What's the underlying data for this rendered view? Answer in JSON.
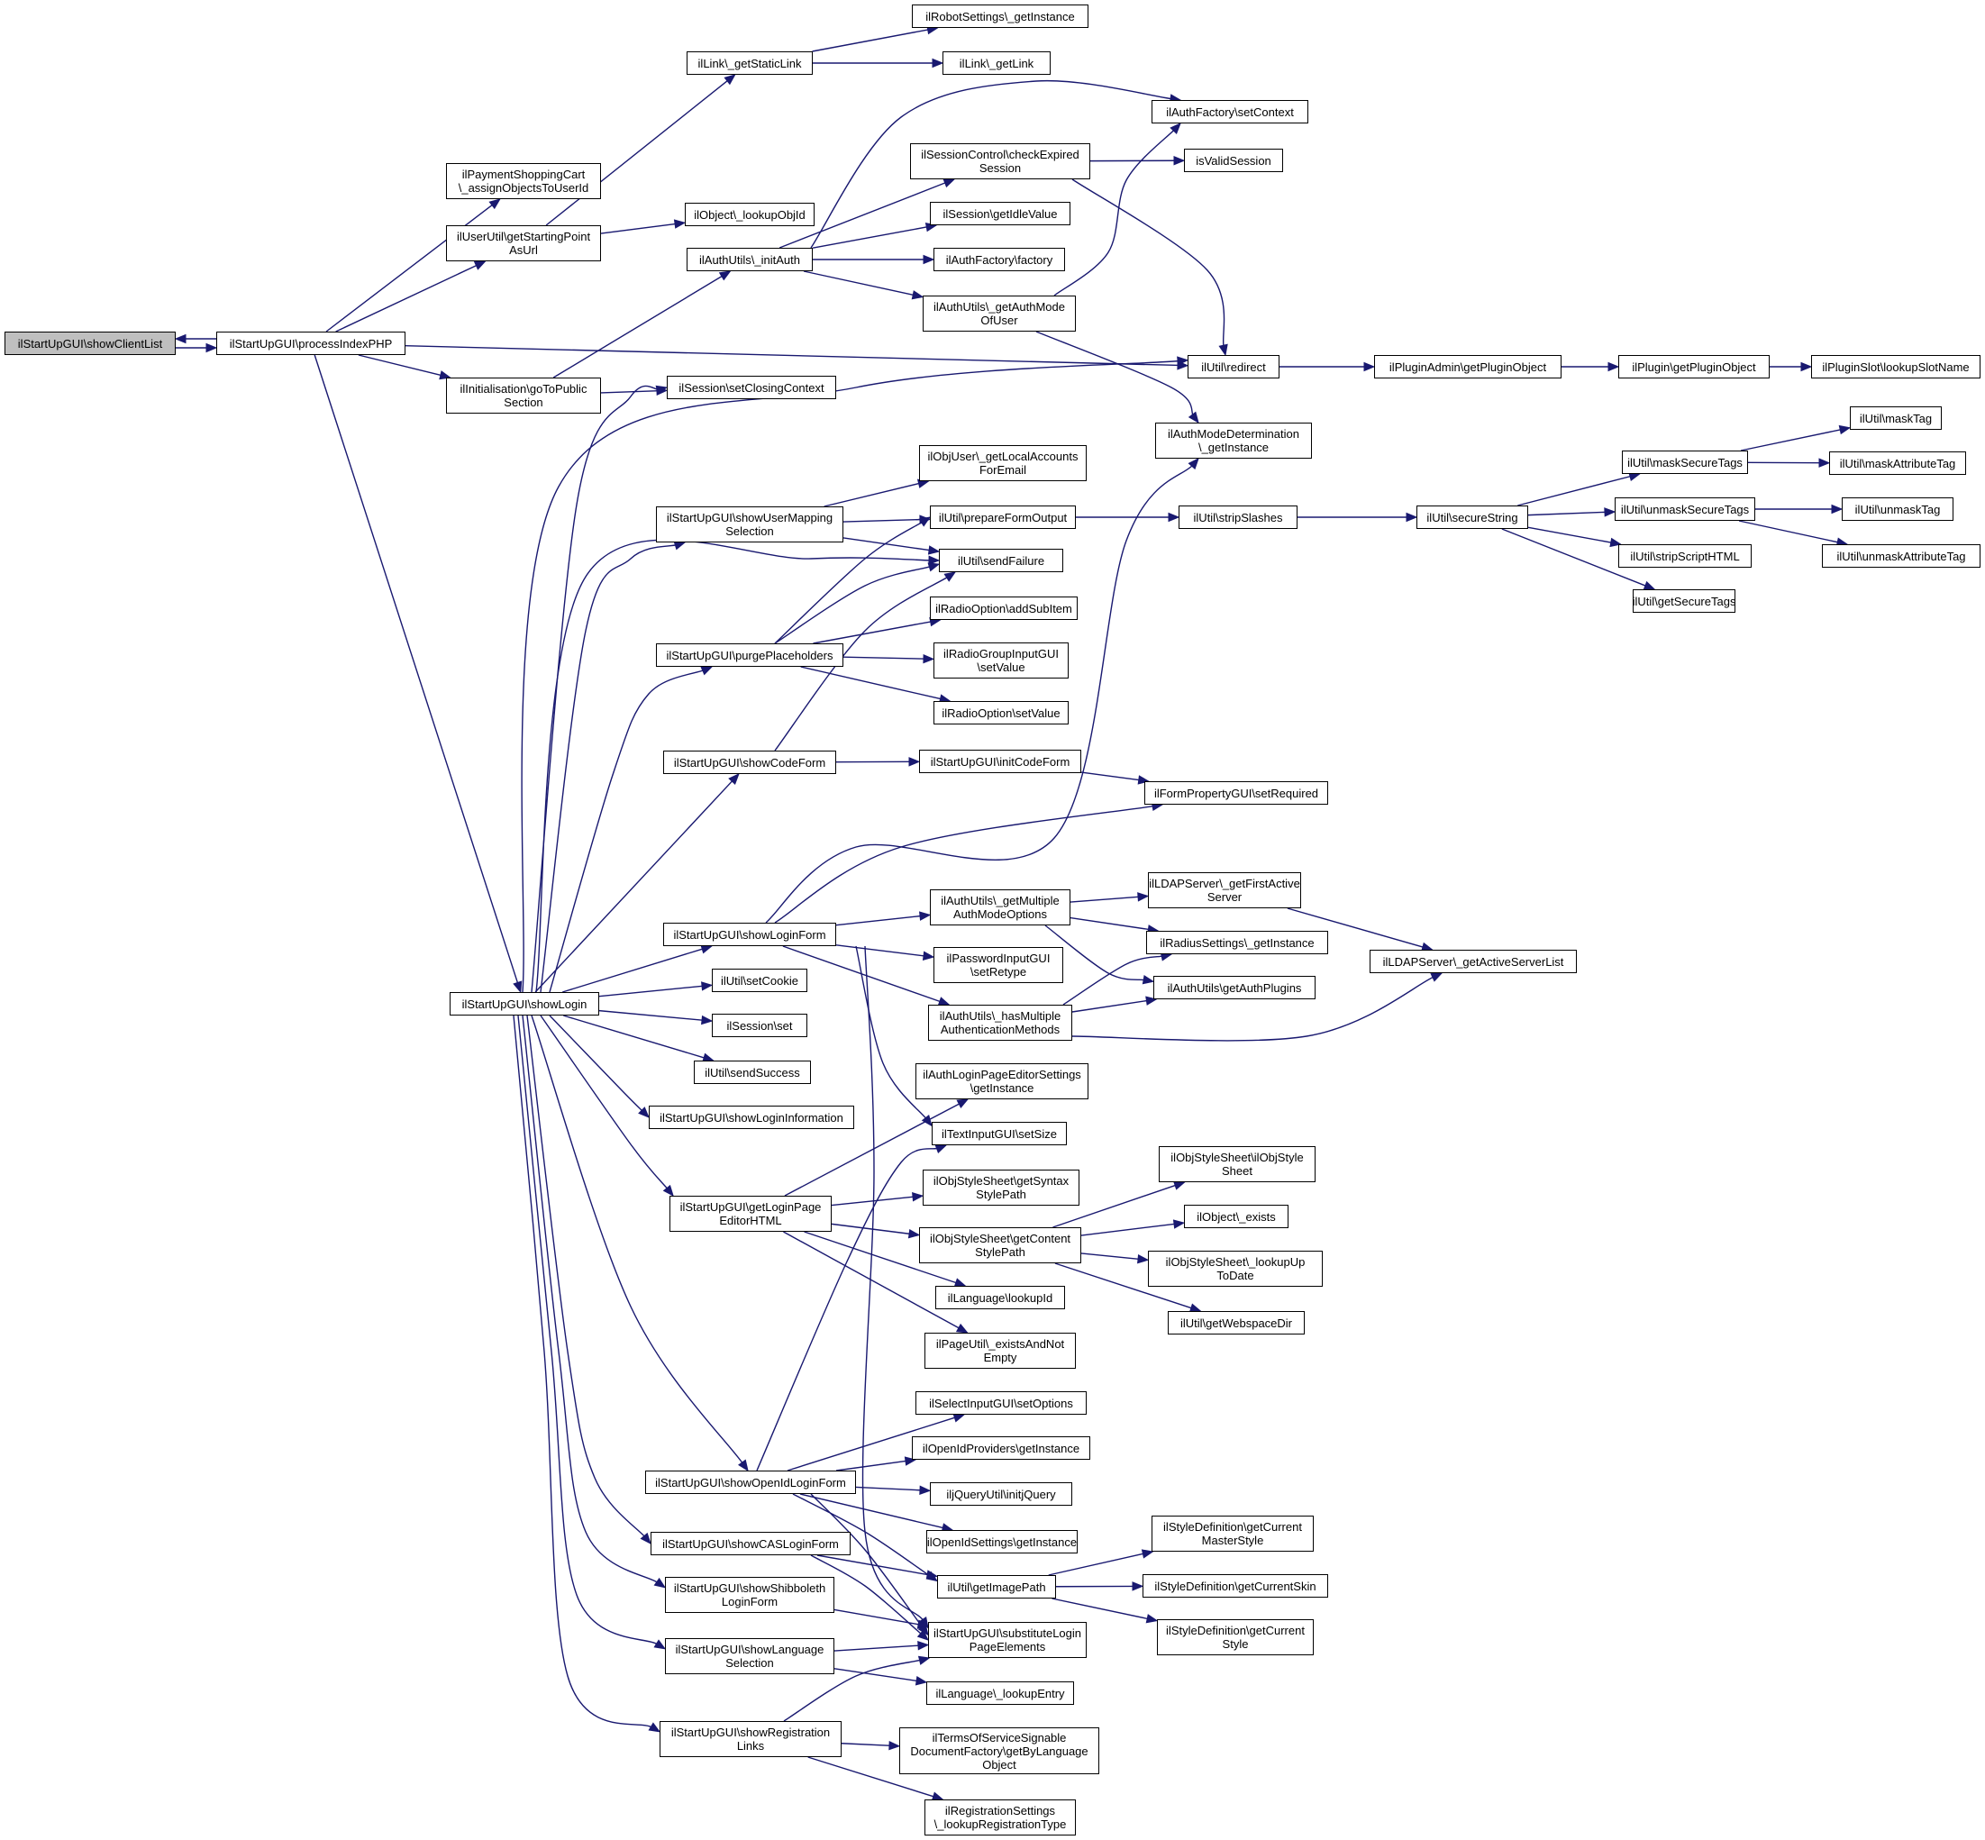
{
  "graph": {
    "edge_color": "#191970",
    "current_fill": "#bfbfbf",
    "nodes": [
      {
        "id": "n0",
        "label": "ilStartUpGUI\\showClientList",
        "current": true
      },
      {
        "id": "n1",
        "label": "ilStartUpGUI\\processIndexPHP"
      },
      {
        "id": "n2",
        "label": "ilPaymentShoppingCart\n\\_assignObjectsToUserId"
      },
      {
        "id": "n3",
        "label": "ilUserUtil\\getStartingPoint\nAsUrl"
      },
      {
        "id": "n4",
        "label": "ilInitialisation\\goToPublic\nSection"
      },
      {
        "id": "n5",
        "label": "ilStartUpGUI\\showLogin"
      },
      {
        "id": "n6",
        "label": "ilUtil\\redirect"
      },
      {
        "id": "n7",
        "label": "ilLink\\_getStaticLink"
      },
      {
        "id": "n8",
        "label": "ilObject\\_lookupObjId"
      },
      {
        "id": "n9",
        "label": "ilAuthUtils\\_initAuth"
      },
      {
        "id": "n10",
        "label": "ilSession\\setClosingContext"
      },
      {
        "id": "n11",
        "label": "ilRobotSettings\\_getInstance"
      },
      {
        "id": "n12",
        "label": "ilLink\\_getLink"
      },
      {
        "id": "n13",
        "label": "ilAuthFactory\\setContext"
      },
      {
        "id": "n14",
        "label": "ilSessionControl\\checkExpired\nSession"
      },
      {
        "id": "n15",
        "label": "isValidSession"
      },
      {
        "id": "n16",
        "label": "ilSession\\getIdleValue"
      },
      {
        "id": "n17",
        "label": "ilAuthFactory\\factory"
      },
      {
        "id": "n18",
        "label": "ilAuthUtils\\_getAuthMode\nOfUser"
      },
      {
        "id": "n19",
        "label": "ilAuthModeDetermination\n\\_getInstance"
      },
      {
        "id": "n20",
        "label": "ilPluginAdmin\\getPluginObject"
      },
      {
        "id": "n21",
        "label": "ilPlugin\\getPluginObject"
      },
      {
        "id": "n22",
        "label": "ilPluginSlot\\lookupSlotName"
      },
      {
        "id": "n23",
        "label": "ilStartUpGUI\\showUserMapping\nSelection"
      },
      {
        "id": "n24",
        "label": "ilStartUpGUI\\purgePlaceholders"
      },
      {
        "id": "n25",
        "label": "ilStartUpGUI\\showCodeForm"
      },
      {
        "id": "n26",
        "label": "ilStartUpGUI\\showLoginForm"
      },
      {
        "id": "n27",
        "label": "ilUtil\\setCookie"
      },
      {
        "id": "n28",
        "label": "ilSession\\set"
      },
      {
        "id": "n29",
        "label": "ilUtil\\sendSuccess"
      },
      {
        "id": "n30",
        "label": "ilStartUpGUI\\showLoginInformation"
      },
      {
        "id": "n31",
        "label": "ilStartUpGUI\\getLoginPage\nEditorHTML"
      },
      {
        "id": "n32",
        "label": "ilStartUpGUI\\showOpenIdLoginForm"
      },
      {
        "id": "n33",
        "label": "ilStartUpGUI\\showCASLoginForm"
      },
      {
        "id": "n34",
        "label": "ilStartUpGUI\\showShibboleth\nLoginForm"
      },
      {
        "id": "n35",
        "label": "ilStartUpGUI\\showLanguage\nSelection"
      },
      {
        "id": "n36",
        "label": "ilStartUpGUI\\showRegistration\nLinks"
      },
      {
        "id": "n37",
        "label": "ilObjUser\\_getLocalAccounts\nForEmail"
      },
      {
        "id": "n38",
        "label": "ilUtil\\prepareFormOutput"
      },
      {
        "id": "n39",
        "label": "ilUtil\\sendFailure"
      },
      {
        "id": "n40",
        "label": "ilRadioOption\\addSubItem"
      },
      {
        "id": "n41",
        "label": "ilRadioGroupInputGUI\n\\setValue"
      },
      {
        "id": "n42",
        "label": "ilRadioOption\\setValue"
      },
      {
        "id": "n43",
        "label": "ilStartUpGUI\\initCodeForm"
      },
      {
        "id": "n44",
        "label": "ilFormPropertyGUI\\setRequired"
      },
      {
        "id": "n45",
        "label": "ilAuthUtils\\_getMultiple\nAuthModeOptions"
      },
      {
        "id": "n46",
        "label": "ilPasswordInputGUI\n\\setRetype"
      },
      {
        "id": "n47",
        "label": "ilAuthUtils\\_hasMultiple\nAuthenticationMethods"
      },
      {
        "id": "n48",
        "label": "ilAuthLoginPageEditorSettings\n\\getInstance"
      },
      {
        "id": "n49",
        "label": "ilTextInputGUI\\setSize"
      },
      {
        "id": "n50",
        "label": "ilObjStyleSheet\\getSyntax\nStylePath"
      },
      {
        "id": "n51",
        "label": "ilObjStyleSheet\\getContent\nStylePath"
      },
      {
        "id": "n52",
        "label": "ilLanguage\\lookupId"
      },
      {
        "id": "n53",
        "label": "ilPageUtil\\_existsAndNot\nEmpty"
      },
      {
        "id": "n54",
        "label": "ilSelectInputGUI\\setOptions"
      },
      {
        "id": "n55",
        "label": "ilOpenIdProviders\\getInstance"
      },
      {
        "id": "n56",
        "label": "iljQueryUtil\\initjQuery"
      },
      {
        "id": "n57",
        "label": "ilOpenIdSettings\\getInstance"
      },
      {
        "id": "n58",
        "label": "ilUtil\\getImagePath"
      },
      {
        "id": "n59",
        "label": "ilStartUpGUI\\substituteLogin\nPageElements"
      },
      {
        "id": "n60",
        "label": "ilLanguage\\_lookupEntry"
      },
      {
        "id": "n61",
        "label": "ilTermsOfServiceSignable\nDocumentFactory\\getByLanguage\nObject"
      },
      {
        "id": "n62",
        "label": "ilRegistrationSettings\n\\_lookupRegistrationType"
      },
      {
        "id": "n63",
        "label": "ilUtil\\stripSlashes"
      },
      {
        "id": "n64",
        "label": "ilUtil\\secureString"
      },
      {
        "id": "n65",
        "label": "ilUtil\\maskSecureTags"
      },
      {
        "id": "n66",
        "label": "ilUtil\\unmaskSecureTags"
      },
      {
        "id": "n67",
        "label": "ilUtil\\stripScriptHTML"
      },
      {
        "id": "n68",
        "label": "ilUtil\\getSecureTags"
      },
      {
        "id": "n69",
        "label": "ilUtil\\maskTag"
      },
      {
        "id": "n70",
        "label": "ilUtil\\maskAttributeTag"
      },
      {
        "id": "n71",
        "label": "ilUtil\\unmaskTag"
      },
      {
        "id": "n72",
        "label": "ilUtil\\unmaskAttributeTag"
      },
      {
        "id": "n73",
        "label": "ilLDAPServer\\_getFirstActive\nServer"
      },
      {
        "id": "n74",
        "label": "ilRadiusSettings\\_getInstance"
      },
      {
        "id": "n75",
        "label": "ilAuthUtils\\getAuthPlugins"
      },
      {
        "id": "n76",
        "label": "ilLDAPServer\\_getActiveServerList"
      },
      {
        "id": "n77",
        "label": "ilObjStyleSheet\\ilObjStyle\nSheet"
      },
      {
        "id": "n78",
        "label": "ilObject\\_exists"
      },
      {
        "id": "n79",
        "label": "ilObjStyleSheet\\_lookupUp\nToDate"
      },
      {
        "id": "n80",
        "label": "ilUtil\\getWebspaceDir"
      },
      {
        "id": "n81",
        "label": "ilStyleDefinition\\getCurrent\nMasterStyle"
      },
      {
        "id": "n82",
        "label": "ilStyleDefinition\\getCurrentSkin"
      },
      {
        "id": "n83",
        "label": "ilStyleDefinition\\getCurrent\nStyle"
      }
    ],
    "edges": [
      [
        "n0",
        "n1"
      ],
      [
        "n1",
        "n0"
      ],
      [
        "n1",
        "n2"
      ],
      [
        "n1",
        "n3"
      ],
      [
        "n1",
        "n4"
      ],
      [
        "n1",
        "n5"
      ],
      [
        "n1",
        "n6"
      ],
      [
        "n3",
        "n7"
      ],
      [
        "n3",
        "n8"
      ],
      [
        "n4",
        "n9"
      ],
      [
        "n4",
        "n10"
      ],
      [
        "n7",
        "n11"
      ],
      [
        "n7",
        "n12"
      ],
      [
        "n9",
        "n13"
      ],
      [
        "n9",
        "n14"
      ],
      [
        "n9",
        "n16"
      ],
      [
        "n9",
        "n17"
      ],
      [
        "n9",
        "n18"
      ],
      [
        "n14",
        "n15"
      ],
      [
        "n14",
        "n6"
      ],
      [
        "n18",
        "n13"
      ],
      [
        "n18",
        "n19"
      ],
      [
        "n6",
        "n20"
      ],
      [
        "n20",
        "n21"
      ],
      [
        "n21",
        "n22"
      ],
      [
        "n5",
        "n6"
      ],
      [
        "n5",
        "n10"
      ],
      [
        "n5",
        "n23"
      ],
      [
        "n5",
        "n24"
      ],
      [
        "n5",
        "n25"
      ],
      [
        "n5",
        "n26"
      ],
      [
        "n5",
        "n27"
      ],
      [
        "n5",
        "n28"
      ],
      [
        "n5",
        "n29"
      ],
      [
        "n5",
        "n30"
      ],
      [
        "n5",
        "n31"
      ],
      [
        "n5",
        "n32"
      ],
      [
        "n5",
        "n33"
      ],
      [
        "n5",
        "n34"
      ],
      [
        "n5",
        "n35"
      ],
      [
        "n5",
        "n36"
      ],
      [
        "n5",
        "n39"
      ],
      [
        "n23",
        "n37"
      ],
      [
        "n23",
        "n38"
      ],
      [
        "n23",
        "n39"
      ],
      [
        "n24",
        "n38"
      ],
      [
        "n24",
        "n39"
      ],
      [
        "n24",
        "n40"
      ],
      [
        "n24",
        "n41"
      ],
      [
        "n24",
        "n42"
      ],
      [
        "n25",
        "n43"
      ],
      [
        "n25",
        "n39"
      ],
      [
        "n43",
        "n44"
      ],
      [
        "n26",
        "n19"
      ],
      [
        "n26",
        "n44"
      ],
      [
        "n26",
        "n45"
      ],
      [
        "n26",
        "n46"
      ],
      [
        "n26",
        "n47"
      ],
      [
        "n26",
        "n49"
      ],
      [
        "n26",
        "n59"
      ],
      [
        "n45",
        "n73"
      ],
      [
        "n45",
        "n74"
      ],
      [
        "n45",
        "n75"
      ],
      [
        "n47",
        "n74"
      ],
      [
        "n47",
        "n75"
      ],
      [
        "n47",
        "n76"
      ],
      [
        "n73",
        "n76"
      ],
      [
        "n31",
        "n48"
      ],
      [
        "n31",
        "n50"
      ],
      [
        "n31",
        "n51"
      ],
      [
        "n31",
        "n52"
      ],
      [
        "n31",
        "n53"
      ],
      [
        "n51",
        "n77"
      ],
      [
        "n51",
        "n78"
      ],
      [
        "n51",
        "n79"
      ],
      [
        "n51",
        "n80"
      ],
      [
        "n32",
        "n49"
      ],
      [
        "n32",
        "n54"
      ],
      [
        "n32",
        "n55"
      ],
      [
        "n32",
        "n56"
      ],
      [
        "n32",
        "n57"
      ],
      [
        "n32",
        "n58"
      ],
      [
        "n32",
        "n59"
      ],
      [
        "n33",
        "n58"
      ],
      [
        "n33",
        "n59"
      ],
      [
        "n34",
        "n59"
      ],
      [
        "n35",
        "n59"
      ],
      [
        "n35",
        "n60"
      ],
      [
        "n36",
        "n59"
      ],
      [
        "n36",
        "n61"
      ],
      [
        "n36",
        "n62"
      ],
      [
        "n58",
        "n81"
      ],
      [
        "n58",
        "n82"
      ],
      [
        "n58",
        "n83"
      ],
      [
        "n38",
        "n63"
      ],
      [
        "n63",
        "n64"
      ],
      [
        "n64",
        "n65"
      ],
      [
        "n64",
        "n66"
      ],
      [
        "n64",
        "n67"
      ],
      [
        "n64",
        "n68"
      ],
      [
        "n65",
        "n69"
      ],
      [
        "n65",
        "n70"
      ],
      [
        "n66",
        "n71"
      ],
      [
        "n66",
        "n72"
      ]
    ]
  }
}
